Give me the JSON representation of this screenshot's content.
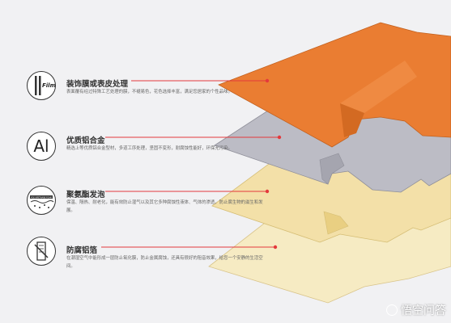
{
  "layers": [
    {
      "title": "装饰膜或表皮处理",
      "description": "表面覆有经过特殊工艺处理的膜，不褪易色，花色选择丰富，满足您居家的个性品味。",
      "icon": "film-icon",
      "icon_text": "Film"
    },
    {
      "title": "优质铝合金",
      "description": "精选上等优质铝合金型材，多道工序处理，坚固不变形，耐腐蚀性能好，环保无污染。",
      "icon": "aluminum-icon",
      "icon_text": "Al"
    },
    {
      "title": "聚氨酯发泡",
      "description": "保温、隔热、耐老化，能有效防止湿气以及其它多种腐蚀性液体、气体的渗透，防止腐生物的滋生和发展。",
      "icon": "polyurethane-foam-icon",
      "icon_text": "POLYURETHANE FOAM"
    },
    {
      "title": "防腐铝箔",
      "description": "在潮湿空气中能形成一层防止氧化膜，防止金属腐蚀，还具有很好的阻音效果，给您一个安静的生活空间。",
      "icon": "aluminum-foil-icon",
      "icon_text": ""
    }
  ],
  "colors": {
    "top_layer": "#ea7d32",
    "top_layer_dark": "#d86d24",
    "aluminum_layer": "#b9b9c2",
    "foam_layer": "#f3e0a8",
    "foil_layer": "#f6ebc3",
    "callout_line": "#e4393c",
    "background": "#f1f1f3"
  },
  "watermark": "悟空问答"
}
